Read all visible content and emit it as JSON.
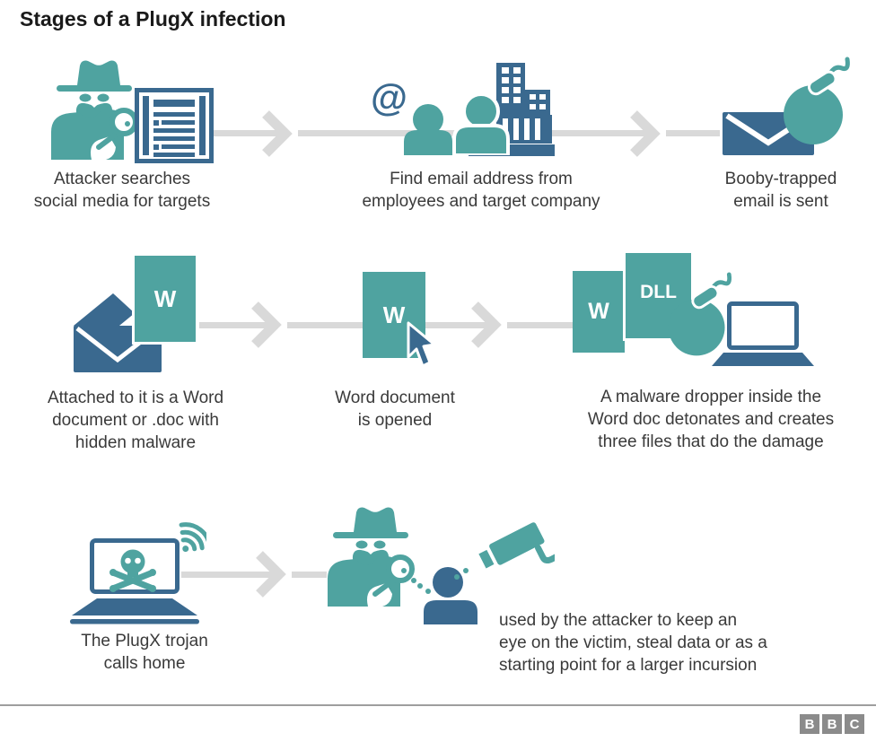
{
  "title": "Stages of a PlugX infection",
  "labels": {
    "at": "@",
    "w": "W",
    "dll": "DLL"
  },
  "colors": {
    "teal": "#4FA3A0",
    "blue": "#3A698F",
    "arrow_gray": "#D9D9D9",
    "text_gray": "#3A3A3A",
    "rule_gray": "#9E9E9E",
    "bbc_gray": "#8B8B8B"
  },
  "stages": [
    {
      "name": "search-targets",
      "icons": [
        "spy-magnifier-icon",
        "news-document-icon"
      ],
      "lines": [
        "Attacker searches",
        "social media for targets"
      ]
    },
    {
      "name": "find-emails",
      "icons": [
        "at-symbol",
        "people-icon",
        "office-building-icon"
      ],
      "lines": [
        "Find email address from",
        "employees and target company"
      ]
    },
    {
      "name": "send-email",
      "icons": [
        "envelope-icon",
        "bomb-icon"
      ],
      "lines": [
        "Booby-trapped",
        "email is sent"
      ]
    },
    {
      "name": "word-attachment",
      "icons": [
        "open-envelope-icon",
        "word-document-icon"
      ],
      "lines": [
        "Attached to it is a Word",
        "document or .doc with",
        "hidden malware"
      ]
    },
    {
      "name": "open-document",
      "icons": [
        "word-document-icon",
        "cursor-icon"
      ],
      "lines": [
        "Word document",
        "is opened"
      ]
    },
    {
      "name": "dropper-detonates",
      "icons": [
        "word-document-icon",
        "dll-file-icon",
        "bomb-icon",
        "laptop-icon"
      ],
      "lines": [
        "A malware dropper inside the",
        "Word doc detonates and creates",
        "three files that do the damage"
      ]
    },
    {
      "name": "calls-home",
      "icons": [
        "infected-laptop-icon",
        "skull-icon",
        "wifi-signal-icon"
      ],
      "lines": [
        "The PlugX trojan",
        "calls home"
      ]
    },
    {
      "name": "surveillance",
      "icons": [
        "spy-magnifier-icon",
        "victim-person-icon",
        "surveillance-camera-icon"
      ],
      "lines": [
        "used by the attacker to keep an",
        "eye on the victim, steal data or as a",
        "starting point for a larger incursion"
      ]
    }
  ],
  "footer": {
    "logo": [
      "B",
      "B",
      "C"
    ]
  }
}
